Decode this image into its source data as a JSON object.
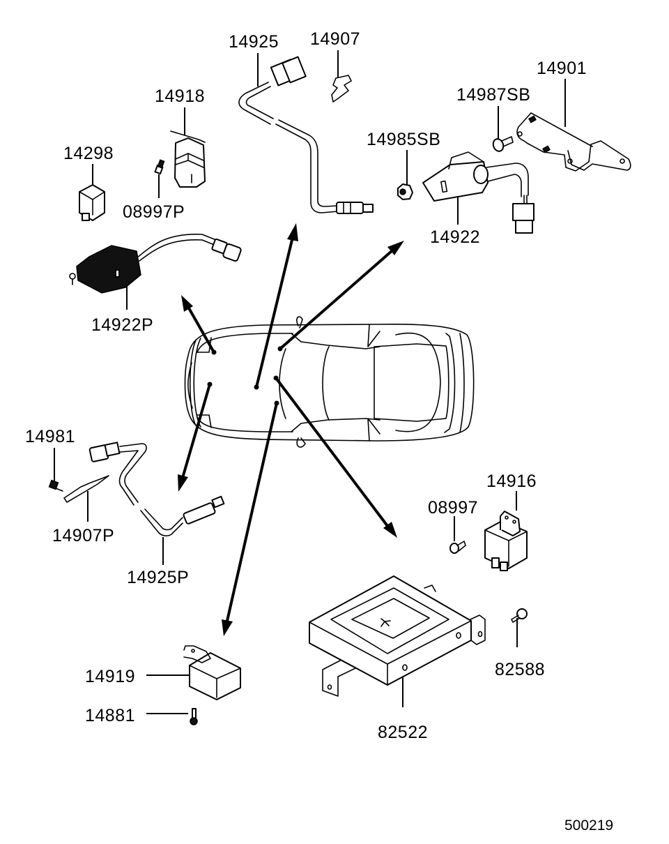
{
  "diagram": {
    "title": "Engine control unit & sensors parts diagram",
    "reference_number": "500219",
    "center_illustration": "vehicle-top-view",
    "parts": [
      {
        "id": "p14925",
        "number": "14925",
        "name": "oxygen sensor (front)"
      },
      {
        "id": "p14907",
        "number": "14907",
        "name": "sensor bracket"
      },
      {
        "id": "p14901",
        "number": "14901",
        "name": "mounting bracket"
      },
      {
        "id": "p14987SB",
        "number": "14987SB",
        "name": "bolt"
      },
      {
        "id": "p14918",
        "number": "14918",
        "name": "relay"
      },
      {
        "id": "p14298",
        "number": "14298",
        "name": "relay"
      },
      {
        "id": "p08997P",
        "number": "08997P",
        "name": "screw"
      },
      {
        "id": "p14985SB",
        "number": "14985SB",
        "name": "nut"
      },
      {
        "id": "p14922",
        "number": "14922",
        "name": "sensor with connector"
      },
      {
        "id": "p14922P",
        "number": "14922P",
        "name": "module with harness"
      },
      {
        "id": "p14981",
        "number": "14981",
        "name": "bolt"
      },
      {
        "id": "p14907P",
        "number": "14907P",
        "name": "sensor bracket"
      },
      {
        "id": "p14925P",
        "number": "14925P",
        "name": "oxygen sensor (rear)"
      },
      {
        "id": "p14916",
        "number": "14916",
        "name": "relay"
      },
      {
        "id": "p08997",
        "number": "08997",
        "name": "screw"
      },
      {
        "id": "p82588",
        "number": "82588",
        "name": "screw"
      },
      {
        "id": "p82522",
        "number": "82522",
        "name": "engine control unit"
      },
      {
        "id": "p14919",
        "number": "14919",
        "name": "relay"
      },
      {
        "id": "p14881",
        "number": "14881",
        "name": "screw"
      }
    ]
  }
}
